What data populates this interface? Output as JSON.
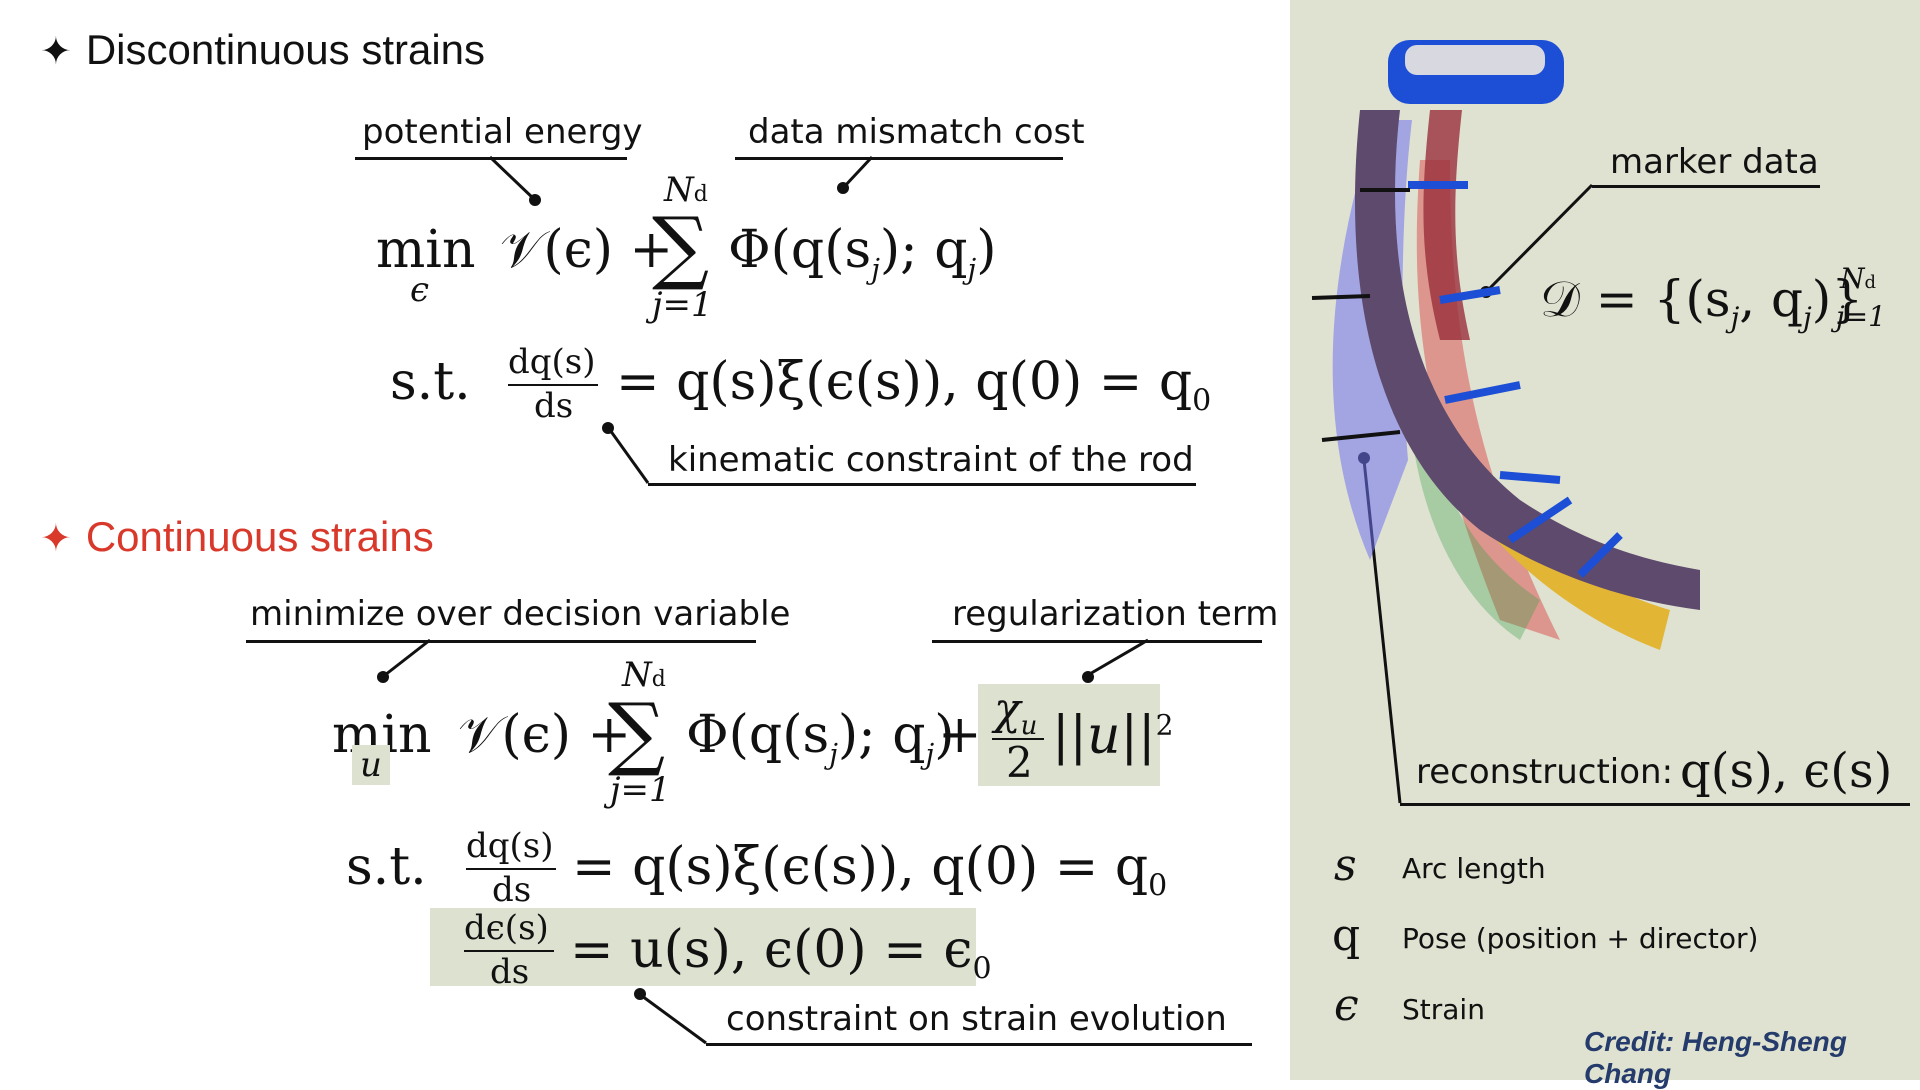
{
  "sections": {
    "discontinuous": {
      "title": "Discontinuous strains",
      "star_color": "#111111"
    },
    "continuous": {
      "title": "Continuous strains",
      "star_color": "#d9392b"
    }
  },
  "annotations": {
    "potential_energy": "potential energy",
    "data_mismatch": "data mismatch cost",
    "kinematic": "kinematic constraint of the rod",
    "minimize": "minimize over decision variable",
    "regularization": "regularization term",
    "strain_evolution": "constraint on strain evolution",
    "marker_data": "marker data",
    "reconstruction": "reconstruction:"
  },
  "equations": {
    "min": "min",
    "sub_eps": "ϵ",
    "sub_u": "u",
    "obj1": "𝒱(ϵ) + ",
    "sum_top": "N",
    "sum_top_sub": "d",
    "sum": "∑",
    "sum_bottom": "j=1",
    "phi": "Φ(q(s",
    "phi_sub": "j",
    "phi_mid": "); q",
    "phi_end": ")",
    "st": "s.t.",
    "frac_num": "dq(s)",
    "frac_den": "ds",
    "kin_rhs": "= q(s)ξ(ϵ(s)),   q(0) = q",
    "q_sub": "0",
    "plus": "+",
    "chi": "χ",
    "chi_sub": "u",
    "two": "2",
    "norm": "||u||",
    "sq": "2",
    "eps_num": "dϵ(s)",
    "eps_rhs": "= u(s),   ϵ(0) = ϵ",
    "eps_sub": "0",
    "dataset": "𝒟 = {(s",
    "dataset_mid": ", q",
    "dataset_end": ")}",
    "dataset_sup": "N",
    "dataset_sup_sub": "d",
    "dataset_lower": "j=1",
    "recon": "q(s),  ϵ(s)"
  },
  "legend": [
    {
      "symbol": "s",
      "label": "Arc length"
    },
    {
      "symbol": "q",
      "label": "Pose (position + director)"
    },
    {
      "symbol": "ϵ",
      "label": "Strain"
    }
  ],
  "credit": "Credit: Heng-Sheng Chang",
  "colors": {
    "highlight": "#dde2d0",
    "panel": "#dfe2d1",
    "accent": "#d9392b",
    "credit": "#243b6b"
  }
}
